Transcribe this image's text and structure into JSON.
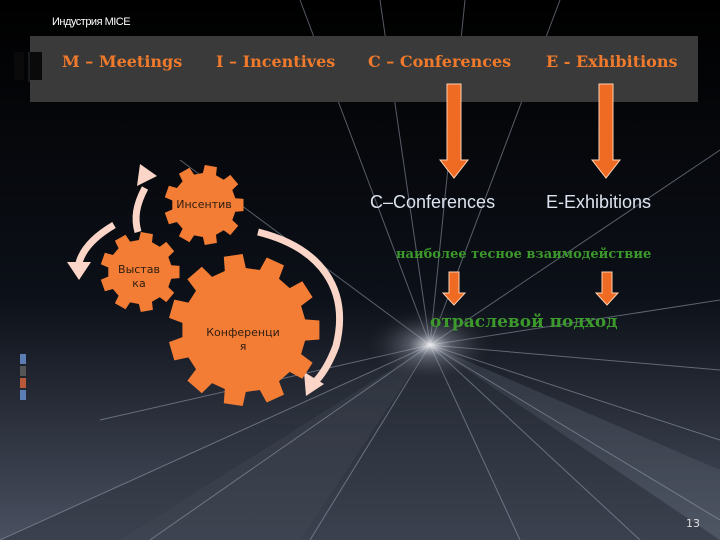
{
  "slide": {
    "title": "Индустрия MICE",
    "page_number": "13"
  },
  "header_terms": [
    {
      "label": "M – Meetings"
    },
    {
      "label": "I – Incentives"
    },
    {
      "label": "C – Conferences"
    },
    {
      "label": "E - Exhibitions"
    }
  ],
  "right_flow": {
    "conferences": "C–Conferences",
    "exhibitions": "E-Exhibitions",
    "interaction_text": "наиболее тесное взаимодействие",
    "approach_text": "отраслевой подход"
  },
  "gears": {
    "incentive": "Инсентив",
    "exhibition": "Выстав ка",
    "conference": "Конференци я"
  },
  "colors": {
    "accent_orange": "#f07a2c",
    "gear_orange": "#f47d35",
    "arrow_orange": "#ef6a22",
    "text_green": "#3c9a2c",
    "banner_gray": "#3a3a3a"
  }
}
